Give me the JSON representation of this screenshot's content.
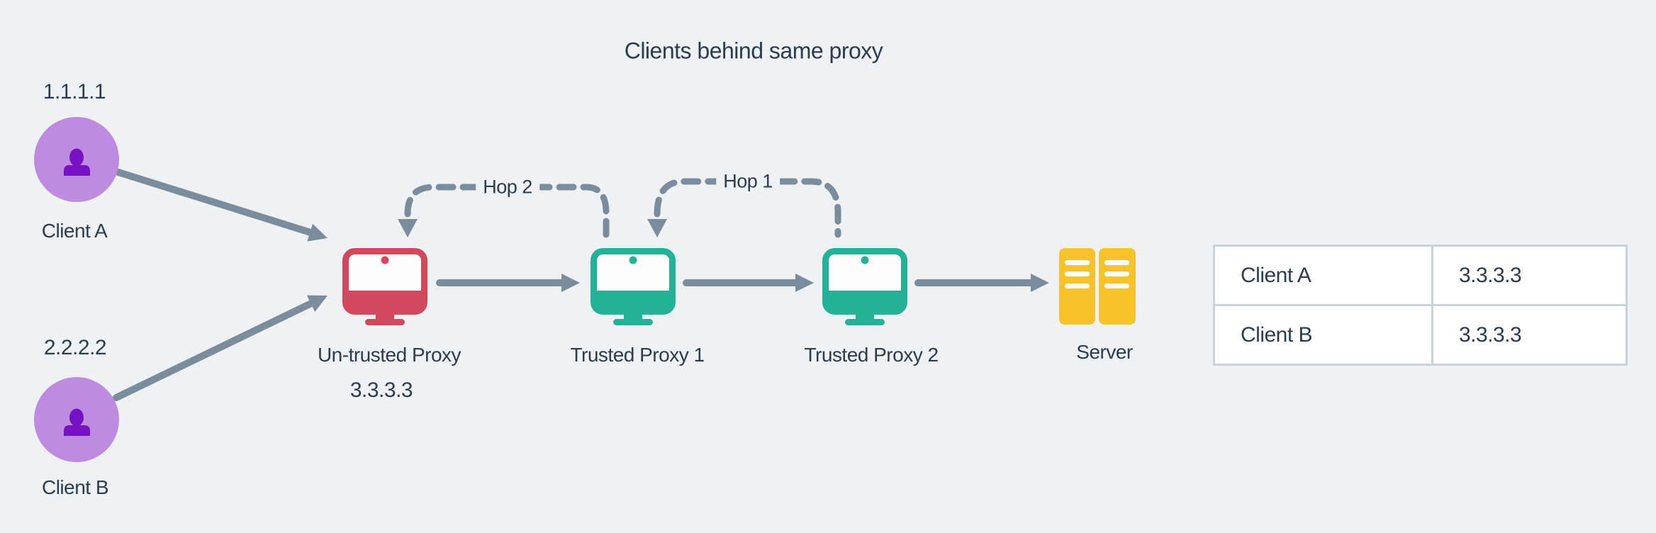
{
  "title": "Clients behind same proxy",
  "colors": {
    "bg": "#eef2f5",
    "text": "#2c3b4d",
    "arrow": "#7b8c9d",
    "proxy_red": "#d3485d",
    "proxy_teal": "#23b296",
    "server_yellow": "#f6c32b",
    "client_circle": "#bd8ce0",
    "client_person": "#7711c1",
    "table_border": "#c9d3dc",
    "screen": "#fdfdfe",
    "table_cell_bg": "#ffffff"
  },
  "nodes": {
    "client_a": {
      "ip": "1.1.1.1",
      "label": "Client A"
    },
    "client_b": {
      "ip": "2.2.2.2",
      "label": "Client B"
    },
    "untrusted_proxy": {
      "label": "Un-trusted Proxy",
      "ip": "3.3.3.3"
    },
    "trusted_proxy_1": {
      "label": "Trusted Proxy 1"
    },
    "trusted_proxy_2": {
      "label": "Trusted Proxy 2"
    },
    "server": {
      "label": "Server"
    }
  },
  "hops": {
    "hop1": "Hop 1",
    "hop2": "Hop 2"
  },
  "table": {
    "rows": [
      [
        "Client A",
        "3.3.3.3"
      ],
      [
        "Client B",
        "3.3.3.3"
      ]
    ]
  }
}
